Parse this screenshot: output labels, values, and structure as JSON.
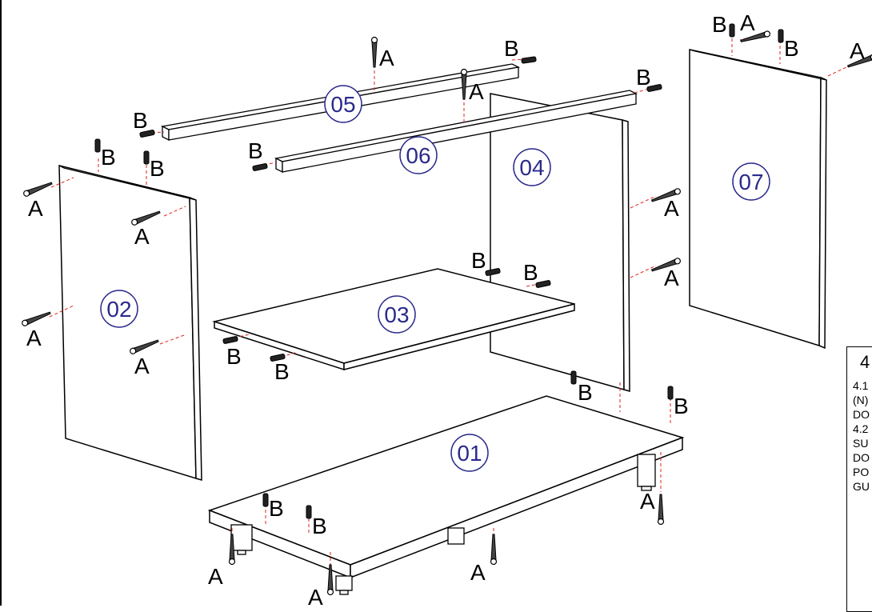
{
  "parts": {
    "p01": "01",
    "p02": "02",
    "p03": "03",
    "p04": "04",
    "p05": "05",
    "p06": "06",
    "p07": "07"
  },
  "fasteners": {
    "screw": "A",
    "dowel": "B"
  },
  "note": {
    "title": "4",
    "lines": [
      "4.1",
      "(N)",
      "DO",
      "4.2",
      "SU",
      "DO",
      "PO",
      "GU"
    ]
  },
  "colors": {
    "line": "#000000",
    "guide": "#e0241c",
    "part_number": "#2a2a8c"
  }
}
